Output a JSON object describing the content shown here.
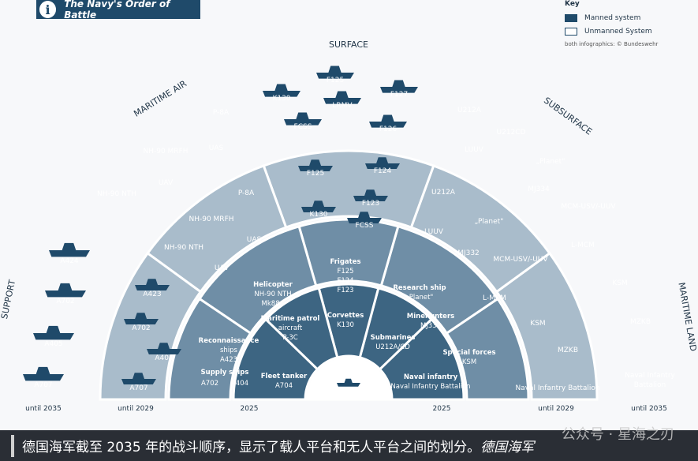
{
  "header": {
    "title": "The Navy's Order of Battle",
    "info_icon": "info-icon"
  },
  "key": {
    "title": "Key",
    "manned": "Manned system",
    "unmanned": "Unmanned System",
    "credit": "both infographics: © Bundeswehr",
    "manned_color": "#1f4a6a",
    "unmanned_color": "#ffffff"
  },
  "categories": {
    "surface": "SURFACE",
    "maritime_air": "MARITIME AIR",
    "subsurface": "SUBSURFACE",
    "support": "SUPPORT",
    "maritime_land": "MARITIME LAND"
  },
  "timeline": {
    "left_2035": "until 2035",
    "left_2029": "until 2029",
    "left_2025": "2025",
    "right_2025": "2025",
    "right_2029": "until 2029",
    "right_2035": "until 2035"
  },
  "ring_outer": {
    "support": [
      "A424",
      "A702",
      "A405",
      "A707"
    ],
    "air": [
      "P-8A",
      "NH-90 MRFH",
      "UAS",
      "UAV",
      "NH-90 NTH"
    ],
    "surface": [
      "F125",
      "K130",
      "LRMV",
      "F127",
      "FCSS",
      "F126"
    ],
    "subsurface": [
      "U212A",
      "U212CD",
      "LUUV",
      "„Planet\"",
      "MJ334",
      "MCM-USV/-UUV",
      "L-MCM"
    ],
    "land": [
      "KSM",
      "MZKB",
      "Naval Infantry",
      "Battalion"
    ]
  },
  "ring_middle": {
    "support": [
      "A423",
      "A702",
      "A404",
      "A707"
    ],
    "air": [
      "P-8A",
      "NH-90 MRFH",
      "UAS",
      "NH-90 NTH",
      "UAV"
    ],
    "surface": [
      "F125",
      "F124",
      "F123",
      "K130",
      "FCSS"
    ],
    "subsurface": [
      "U212A",
      "„Planet\"",
      "LUUV",
      "MJ332",
      "MCM-USV/-UUV",
      "L-MCM"
    ],
    "land": [
      "KSM",
      "MZKB",
      "Naval Infantry Battalion"
    ]
  },
  "ring_inner": {
    "recon": [
      "Reconnaissance",
      "ships",
      "A423"
    ],
    "supply": [
      "Supply ships",
      "A702",
      "A404"
    ],
    "helicopter": [
      "Helicopter",
      "NH-90 NTH",
      "Mk88A"
    ],
    "patrol": [
      "Maritime patrol",
      "aircraft",
      "P-3C"
    ],
    "tanker": [
      "Fleet tanker",
      "A704"
    ],
    "frigates": [
      "Frigates",
      "F125",
      "F124",
      "F123"
    ],
    "corvettes": [
      "Corvettes",
      "K130"
    ],
    "research": [
      "Research ship",
      "„Planet\""
    ],
    "minehunters": [
      "Minehunters",
      "MJ332"
    ],
    "submarines": [
      "Submarines",
      "U212A/CD"
    ],
    "special": [
      "Special forces",
      "KSM"
    ],
    "infantry": [
      "Naval infantry",
      "Naval Infantry Battalion"
    ]
  },
  "caption": {
    "text": "德国海军截至 2035 年的战斗顺序，显示了载人平台和无人平台之间的划分。",
    "source": "德国海军"
  },
  "watermark": "公众号 · 星海之刃",
  "colors": {
    "outer_ring": "#a9bccb",
    "middle_ring": "#6f8ea6",
    "inner_ring": "#3d6582",
    "center": "#1f4a6a"
  }
}
